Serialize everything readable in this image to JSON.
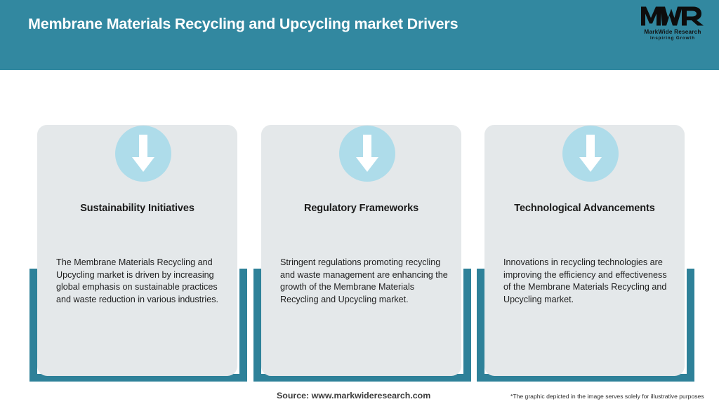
{
  "header": {
    "title": "Membrane Materials Recycling and Upcycling market Drivers",
    "background_color": "#3288a0",
    "title_color": "#ffffff"
  },
  "logo": {
    "mark": "MWR",
    "name": "MarkWide Research",
    "tagline": "Inspiring Growth"
  },
  "theme": {
    "teal": "#2e8199",
    "header_teal": "#3288a0",
    "card_background": "#e4e8ea",
    "icon_circle": "#aedcea",
    "arrow_color": "#ffffff",
    "page_background": "#ffffff"
  },
  "cards": [
    {
      "icon": "arrow-down-icon",
      "title": "Sustainability Initiatives",
      "body": "The Membrane Materials Recycling and Upcycling market is driven by increasing global emphasis on sustainable practices and waste reduction in various industries."
    },
    {
      "icon": "arrow-down-icon",
      "title": "Regulatory Frameworks",
      "body": "Stringent regulations promoting recycling and waste management are enhancing the growth of the Membrane Materials Recycling and Upcycling market."
    },
    {
      "icon": "arrow-down-icon",
      "title": "Technological Advancements",
      "body": "Innovations in recycling technologies are improving the efficiency and effectiveness of the Membrane Materials Recycling and Upcycling market."
    }
  ],
  "footer": {
    "source": "Source: www.markwideresearch.com",
    "disclaimer": "*The graphic depicted in the image serves solely for illustrative purposes"
  }
}
